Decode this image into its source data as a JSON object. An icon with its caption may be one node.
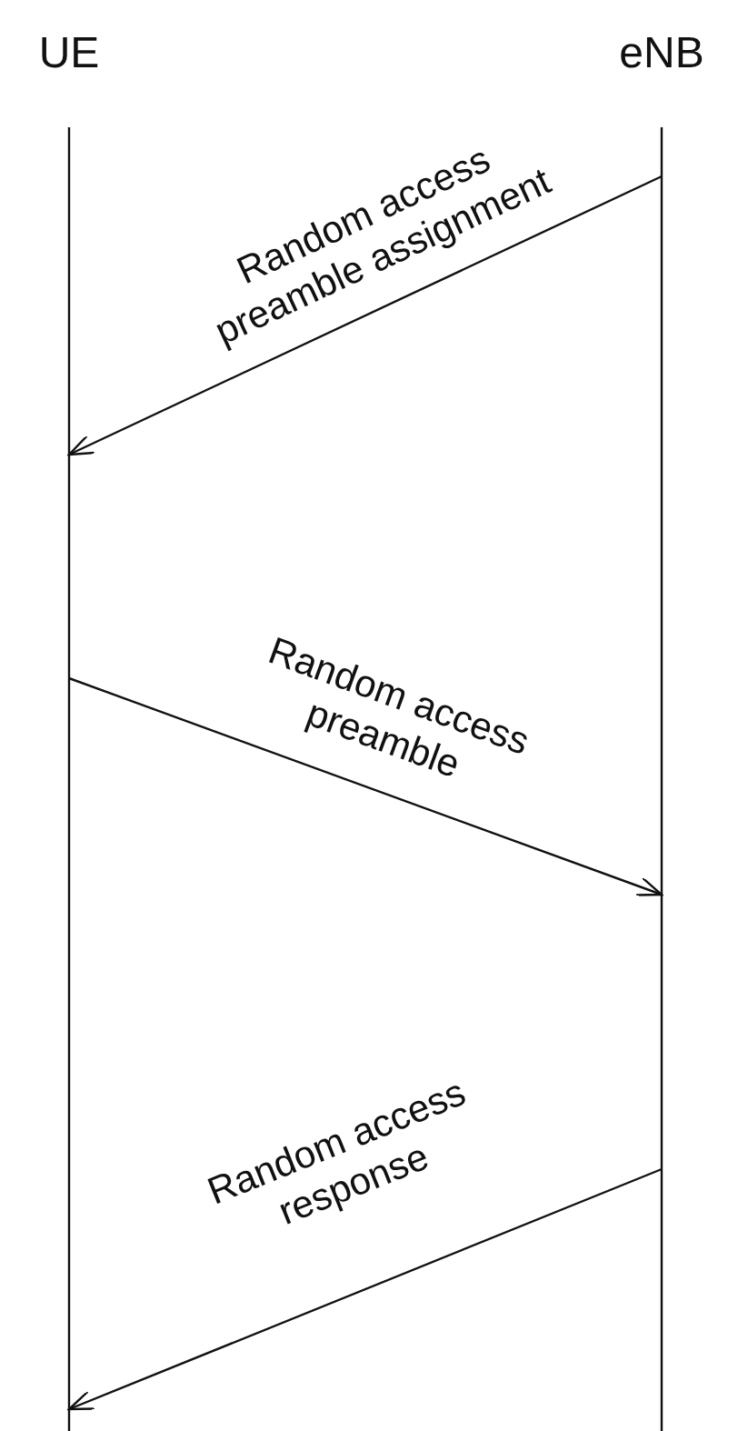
{
  "diagram": {
    "nodes": [
      {
        "text": [
          "UE"
        ]
      },
      {
        "text": [
          "eNB"
        ]
      }
    ],
    "edges": [
      {
        "from": 1,
        "to": 0,
        "arrow": "to",
        "label": "Random access preamble assignment"
      },
      {
        "from": 0,
        "to": 1,
        "arrow": "to",
        "label": "Random access preamble"
      },
      {
        "from": 1,
        "to": 0,
        "arrow": "to",
        "label": "Random access response"
      }
    ]
  }
}
